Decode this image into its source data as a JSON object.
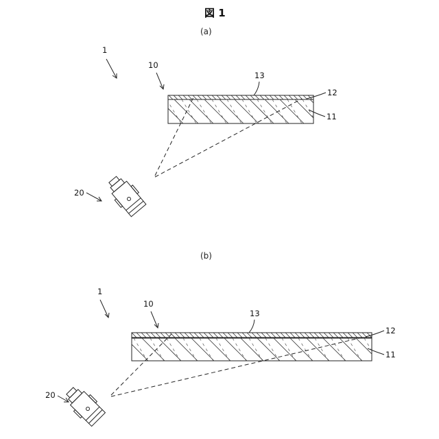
{
  "figure": {
    "title": "図 1",
    "panels": [
      {
        "id": "a",
        "sub_label": "(a)",
        "labels": {
          "system": "1",
          "panel_assembly": "10",
          "top_layer": "13",
          "middle_layer": "12",
          "base_layer": "11",
          "camera": "20"
        }
      },
      {
        "id": "b",
        "sub_label": "(b)",
        "labels": {
          "system": "1",
          "panel_assembly": "10",
          "top_layer": "13",
          "middle_layer": "12",
          "base_layer": "11",
          "camera": "20"
        }
      }
    ]
  }
}
